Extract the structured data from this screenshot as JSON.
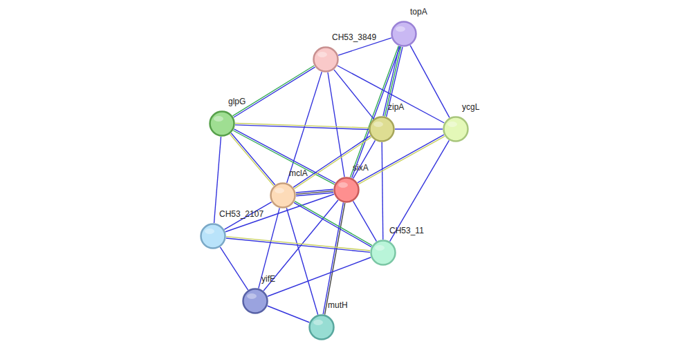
{
  "diagram": {
    "nodes": [
      {
        "text": [
          "topA"
        ]
      },
      {
        "text": [
          "CH53_3849"
        ]
      },
      {
        "text": [
          "glpG"
        ]
      },
      {
        "text": [
          "zipA"
        ]
      },
      {
        "text": [
          "ycgL"
        ]
      },
      {
        "text": [
          "sixA"
        ]
      },
      {
        "text": [
          "mclA"
        ]
      },
      {
        "text": [
          "CH53_2107"
        ]
      },
      {
        "text": [
          "CH53_11"
        ]
      },
      {
        "text": [
          "yifE"
        ]
      },
      {
        "text": [
          "mutH"
        ]
      }
    ],
    "edges": [
      {
        "from": 0,
        "to": 1,
        "arrow": "none"
      },
      {
        "from": 0,
        "to": 3,
        "arrow": "none"
      },
      {
        "from": 0,
        "to": 5,
        "arrow": "none"
      },
      {
        "from": 0,
        "to": 4,
        "arrow": "none"
      },
      {
        "from": 1,
        "to": 2,
        "arrow": "none"
      },
      {
        "from": 1,
        "to": 3,
        "arrow": "none"
      },
      {
        "from": 1,
        "to": 5,
        "arrow": "none"
      },
      {
        "from": 1,
        "to": 6,
        "arrow": "none"
      },
      {
        "from": 1,
        "to": 4,
        "arrow": "none"
      },
      {
        "from": 2,
        "to": 3,
        "arrow": "none"
      },
      {
        "from": 2,
        "to": 5,
        "arrow": "none"
      },
      {
        "from": 2,
        "to": 6,
        "arrow": "none"
      },
      {
        "from": 2,
        "to": 7,
        "arrow": "none"
      },
      {
        "from": 3,
        "to": 4,
        "arrow": "none"
      },
      {
        "from": 3,
        "to": 5,
        "arrow": "none"
      },
      {
        "from": 3,
        "to": 6,
        "arrow": "none"
      },
      {
        "from": 3,
        "to": 8,
        "arrow": "none"
      },
      {
        "from": 4,
        "to": 5,
        "arrow": "none"
      },
      {
        "from": 4,
        "to": 8,
        "arrow": "none"
      },
      {
        "from": 5,
        "to": 6,
        "arrow": "none"
      },
      {
        "from": 5,
        "to": 7,
        "arrow": "none"
      },
      {
        "from": 5,
        "to": 8,
        "arrow": "none"
      },
      {
        "from": 5,
        "to": 9,
        "arrow": "none"
      },
      {
        "from": 5,
        "to": 10,
        "arrow": "none"
      },
      {
        "from": 6,
        "to": 7,
        "arrow": "none"
      },
      {
        "from": 6,
        "to": 8,
        "arrow": "none"
      },
      {
        "from": 6,
        "to": 9,
        "arrow": "none"
      },
      {
        "from": 6,
        "to": 10,
        "arrow": "none"
      },
      {
        "from": 7,
        "to": 8,
        "arrow": "none"
      },
      {
        "from": 7,
        "to": 9,
        "arrow": "none"
      },
      {
        "from": 8,
        "to": 9,
        "arrow": "none"
      },
      {
        "from": 9,
        "to": 10,
        "arrow": "none"
      }
    ]
  }
}
